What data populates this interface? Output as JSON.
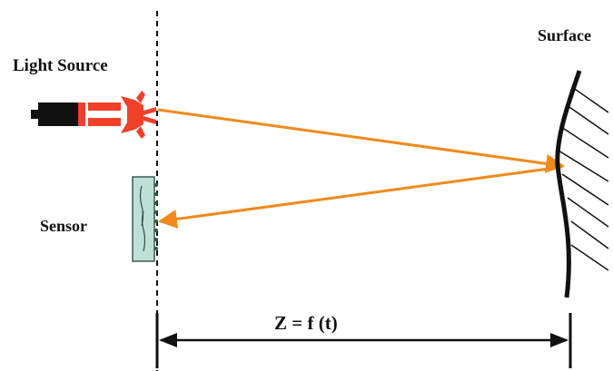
{
  "labels": {
    "light_source": "Light Source",
    "surface": "Surface",
    "sensor": "Sensor",
    "distance": "Z = f (t)"
  },
  "icons": {
    "light_source": "laser-emitter-icon",
    "sensor": "sensor-array-icon",
    "surface": "hatched-curved-surface-icon"
  },
  "colors": {
    "beam": "#f08a1c",
    "emitter_glow": "#f0402a",
    "emitter_body": "#111111",
    "sensor_fill": "#bfe0d8",
    "sensor_border": "#3a5a52",
    "line": "#111111"
  }
}
